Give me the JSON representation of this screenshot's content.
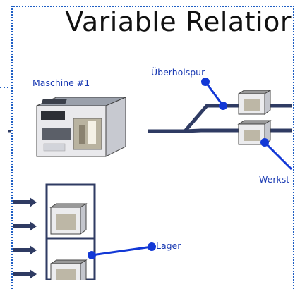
{
  "title": "Variable Relatior",
  "labels": {
    "machine": "Maschine #1",
    "overtaking_lane": "Überholspur",
    "workshop": "Werkst",
    "storage": "Lager"
  },
  "colors": {
    "frame_border": "#1f5fc4",
    "track": "#2f3b63",
    "connector": "#1238d6",
    "label_text": "#1a3ab3"
  }
}
